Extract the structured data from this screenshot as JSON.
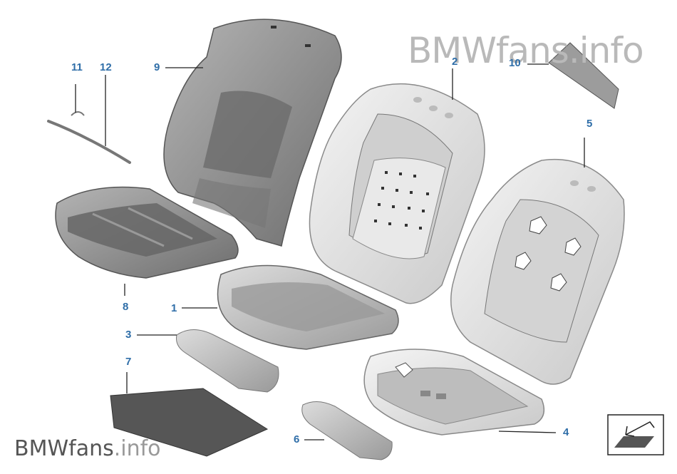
{
  "watermark": {
    "top": "BMWfans.info",
    "bottom_brand": "BMWfans",
    "bottom_suffix": ".info"
  },
  "callouts": {
    "c1": "1",
    "c2": "2",
    "c3": "3",
    "c4": "4",
    "c5": "5",
    "c6": "6",
    "c7": "7",
    "c8": "8",
    "c9": "9",
    "c10": "10",
    "c11": "11",
    "c12": "12"
  },
  "colors": {
    "callout": "#2f6ea8",
    "dark_foam": "#8f8f8f",
    "light_foam": "#e6e6e6",
    "pad": "#565656"
  }
}
